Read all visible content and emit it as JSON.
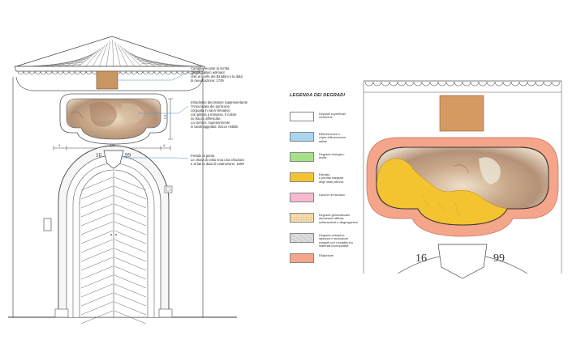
{
  "annotations": {
    "note1": "Cartiglio recante la scritta\nQuam gratum adimant\nchiti al morte dei Binabini e la data\ndi ravvocazione: 1749",
    "note2": "Intradosso decoratore rappresentante\nl'Annunciata dei porticone,\ncorguata in vano rilevativo\ncon pittura a tempera. Il colore\nsu tracce affrescate.\nLa cornice, superiormente\nin tavoli aggettati, tracce risibile.",
    "note3": "Portale di pietra\nLe chiavi di volta reca una chiudura\ne al lati la data di costruzione: 1699"
  },
  "dimensions": {
    "height": "1,3",
    "width": "120",
    "side_left": "4",
    "side_right": "4"
  },
  "door": {
    "left_digits": "16",
    "right_digits": "99"
  },
  "detail": {
    "left_digits": "16",
    "right_digits": "99"
  },
  "legend": {
    "title": "LEGENDA DEI DEGRADI",
    "items": [
      {
        "label": "Depositi superficiali\nincoerenti",
        "color": "#ffffff"
      },
      {
        "label": "Efflorescenze o\ncripto-efflorescenze\nsaline",
        "color": "#a9d6ee"
      },
      {
        "label": "Degrado biologico:\nmuffe",
        "color": "#a8e08a"
      },
      {
        "label": "Esfoliaz.\ne perdita integrale\ndegli strati pittorici",
        "color": "#f4c430"
      },
      {
        "label": "Lacune di intonaco",
        "color": "#f7b9d0"
      },
      {
        "label": "Degrado generalizzato\ndecoesioni diffuse,\nsollevamenti e disgregazioni",
        "color": "#f7dcb0"
      },
      {
        "label": "Degrado antropico:\nrappezzi e stuccature\neseguiti con modalità e/o\nmateriali incompatibili",
        "color": "#dcdcdc"
      },
      {
        "label": "Ridipinture",
        "color": "#f4a58a"
      }
    ]
  }
}
